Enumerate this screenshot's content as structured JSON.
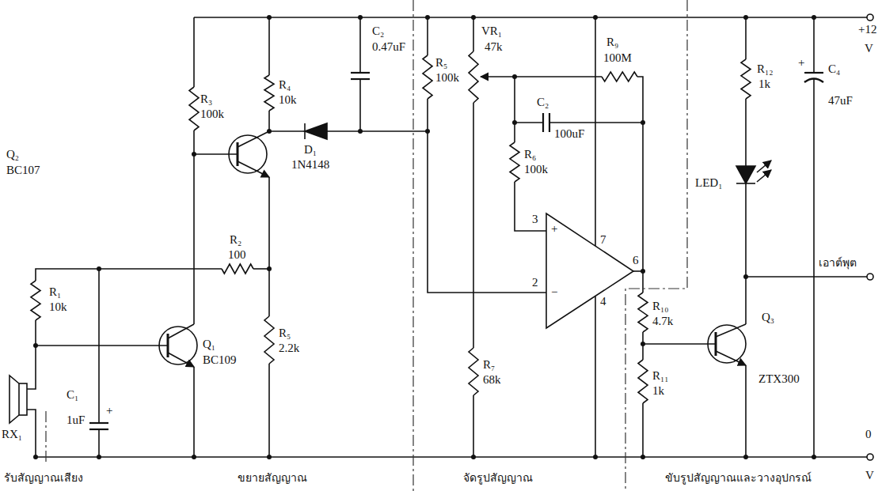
{
  "diagram": {
    "labels": [
      "+12",
      "V",
      "R₃",
      "100k",
      "R₄",
      "10k",
      "C₂",
      "0.47uF",
      "Q₂",
      "BC107",
      "D₁",
      "1N4148",
      "R₂",
      "100",
      "R₁",
      "10k",
      "Q₁",
      "BC109",
      "R₅",
      "2.2k",
      "C₁",
      "1uF",
      "+",
      "RX₁",
      "R₅",
      "100k",
      "VR₁",
      "47k",
      "C₂",
      "100uF",
      "R₉",
      "100M",
      "R₆",
      "100k",
      "3",
      "+",
      "7",
      "2",
      "−",
      "6",
      "4",
      "R₇",
      "68k",
      "R₁₂",
      "1k",
      "LED₁",
      "C₄",
      "47uF",
      "+",
      "เอาต์พุต",
      "R₁₀",
      "4.7k",
      "Q₃",
      "ZTX300",
      "R₁₁",
      "1k",
      "0",
      "V",
      "รับสัญญาณเสียง",
      "ขยายสัญญาณ",
      "จัดรูปสัญญาณ",
      "ขับรูปสัญญาณและวางอุปกรณ์"
    ]
  }
}
